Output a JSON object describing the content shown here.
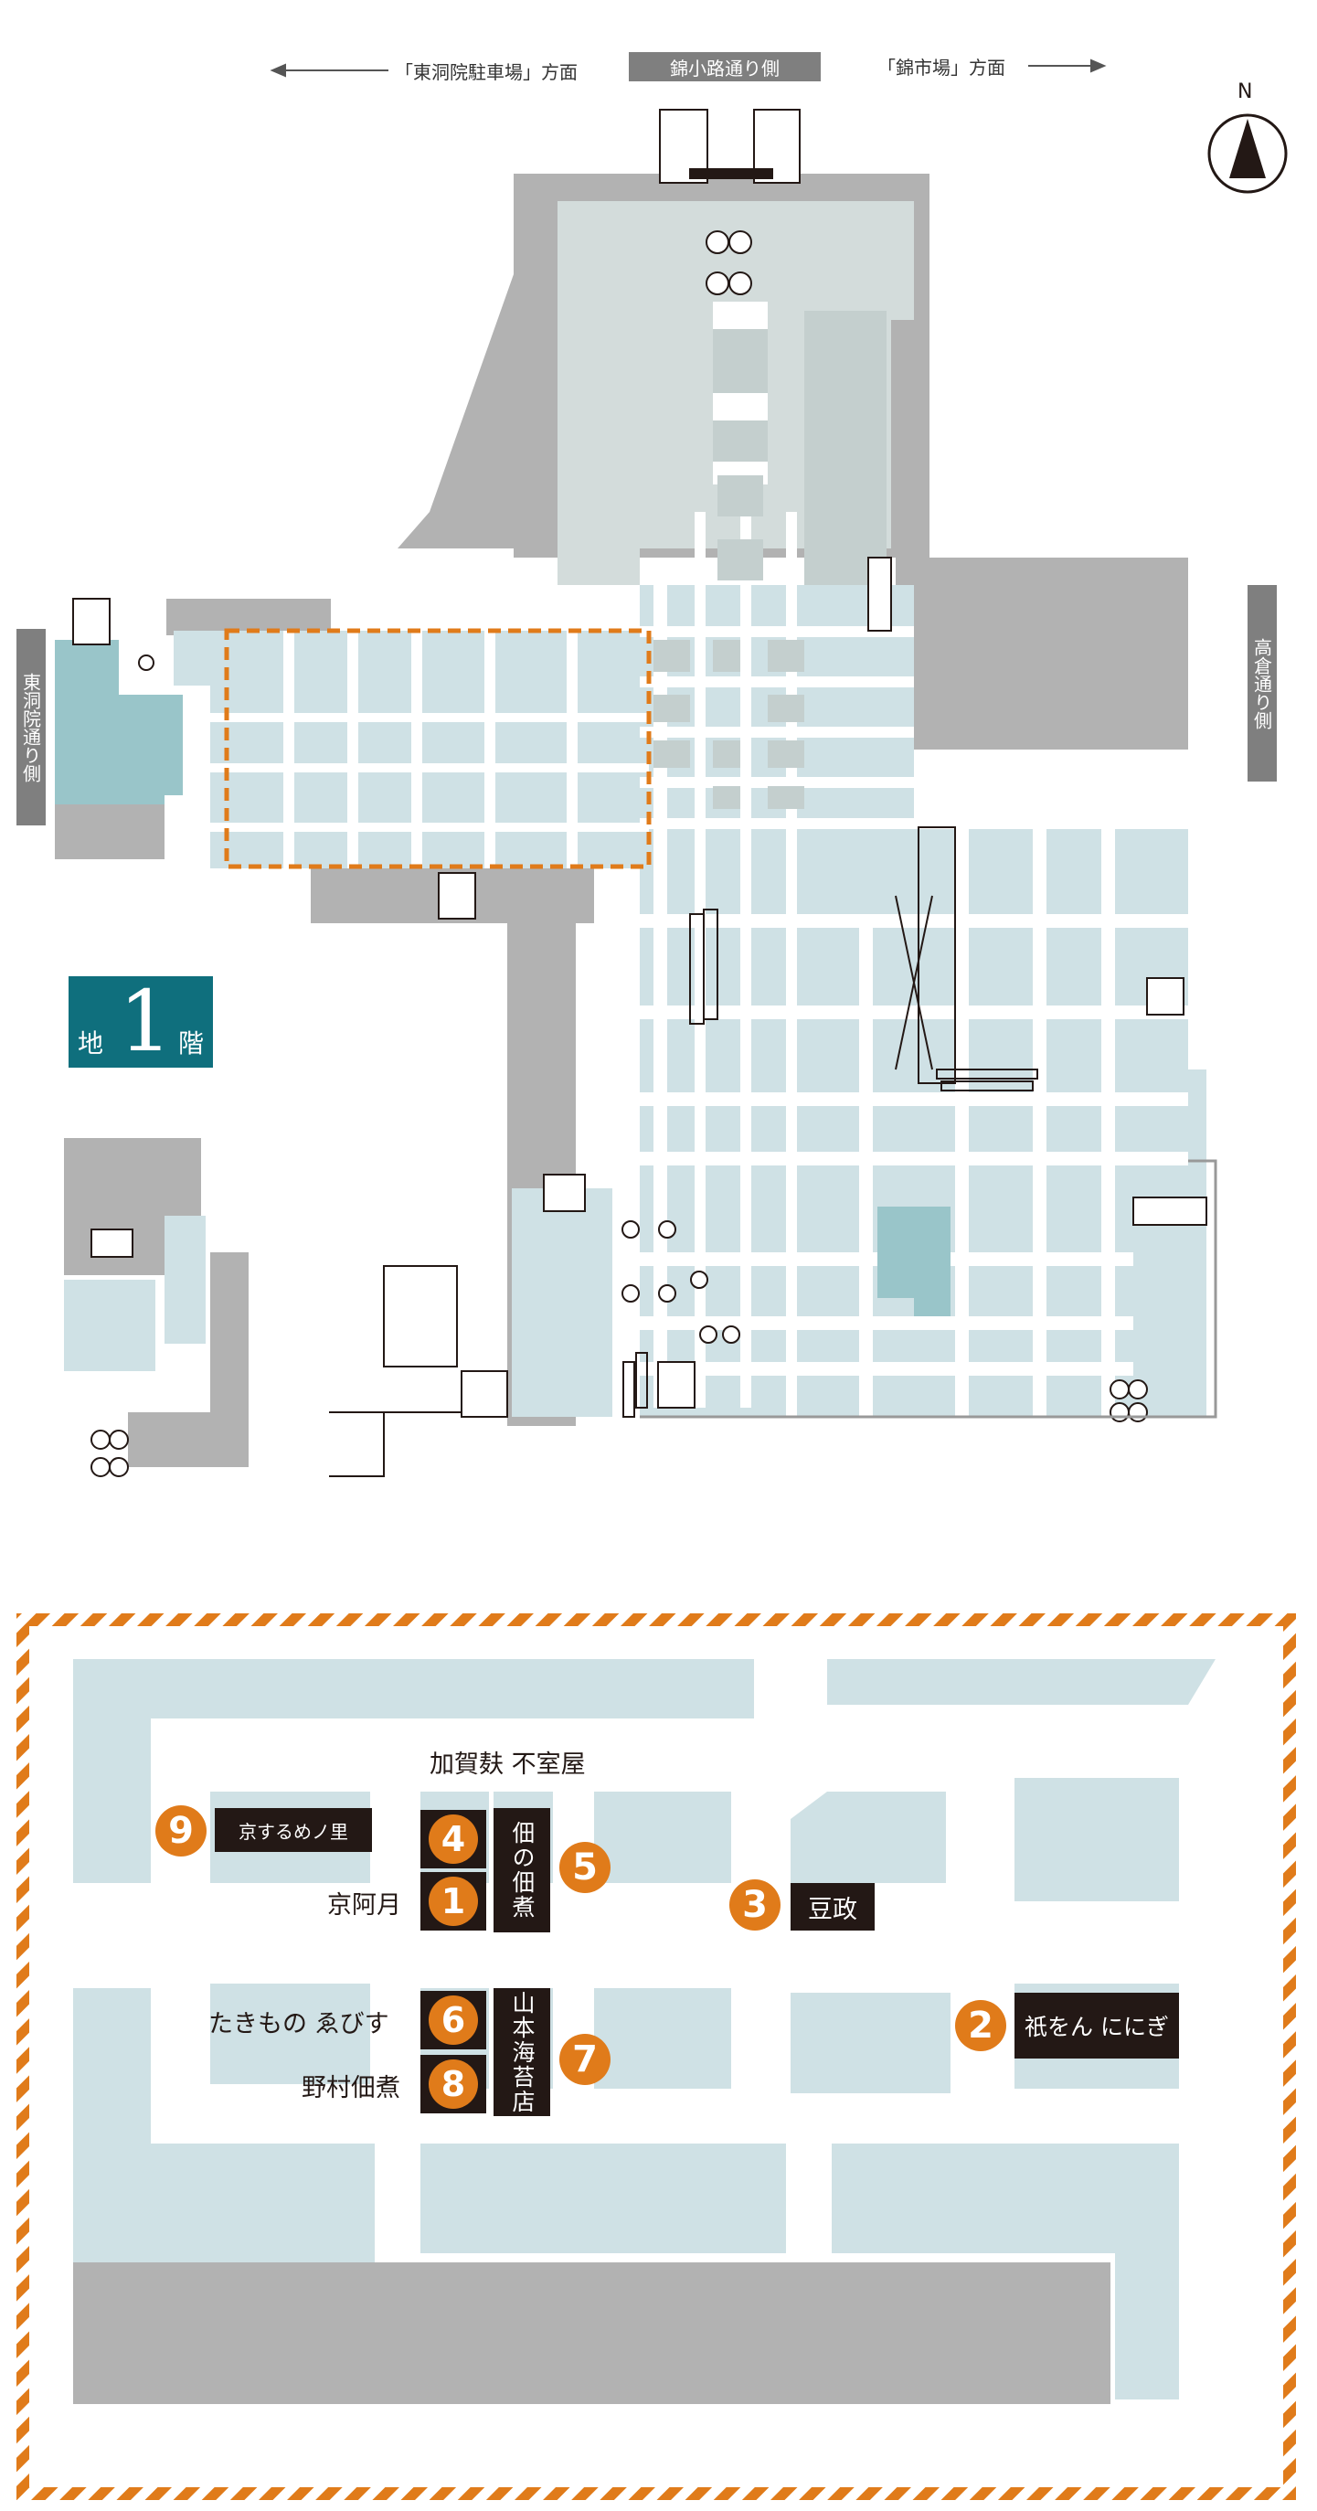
{
  "colors": {
    "corridor_dark": "#b2b2b2",
    "corridor_light": "#d3dcdb",
    "store_blue": "#cfe1e5",
    "store_teal": "#99c5c9",
    "accent_orange": "#e07b1a",
    "label_dark": "#231815",
    "floor_badge": "#0f6f7d",
    "side_tag": "#7f7f7f"
  },
  "directions": {
    "left_arrow_text": "「東洞院駐車場」方面",
    "top_center_tag": "錦小路通り側",
    "right_arrow_text": "「錦市場」方面",
    "west_side_tag": "東洞院通り側",
    "east_side_tag": "高倉通り側",
    "north": "N"
  },
  "floor_badge": {
    "prefix": "地",
    "number": "1",
    "suffix": "階"
  },
  "detail": {
    "header_label": "加賀麸 不室屋",
    "stores": [
      {
        "number": "1",
        "name": "京阿月"
      },
      {
        "number": "2",
        "name": "祇をん ににぎ"
      },
      {
        "number": "3",
        "name": "豆政"
      },
      {
        "number": "4",
        "name": "加賀麸 不室屋"
      },
      {
        "number": "5",
        "name": "佃の佃煮"
      },
      {
        "number": "6",
        "name": "たきもの ゑびす"
      },
      {
        "number": "7",
        "name": "山本海苔店"
      },
      {
        "number": "8",
        "name": "野村佃煮"
      },
      {
        "number": "9",
        "name": "京するめノ里"
      }
    ]
  }
}
